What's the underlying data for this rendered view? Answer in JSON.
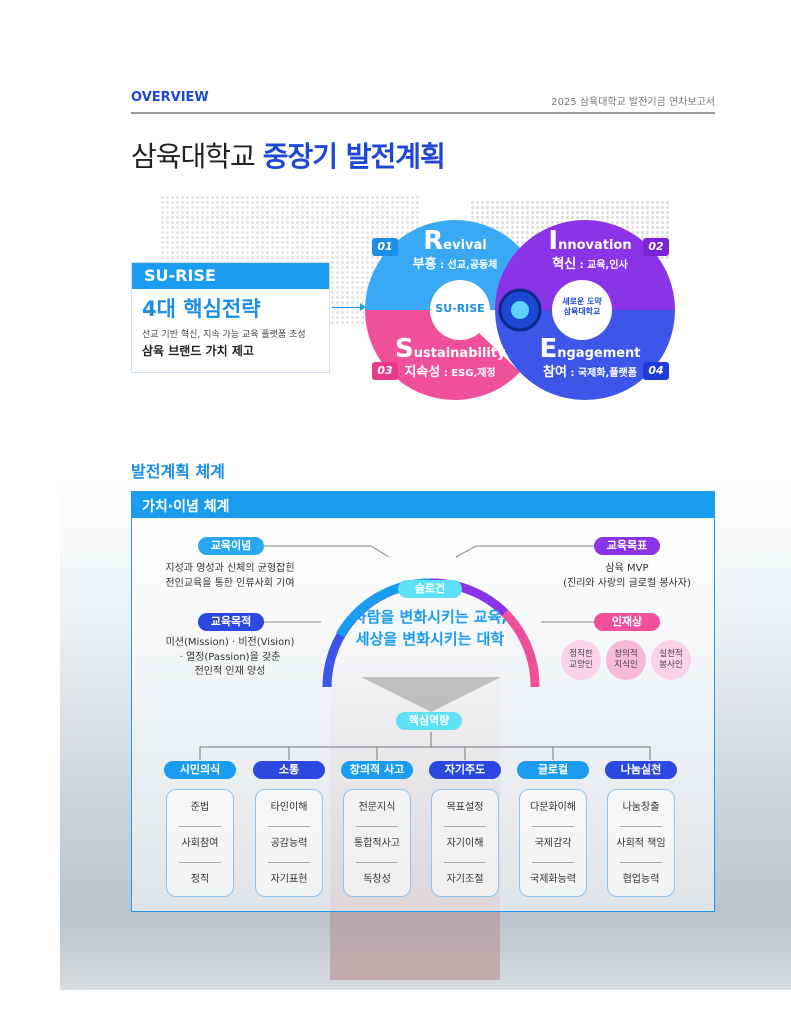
{
  "header": {
    "section": "OVERVIEW",
    "report": "2025 삼육대학교 발전기금 연차보고서"
  },
  "title": {
    "normal": "삼육대학교",
    "highlight": "중장기 발전계획"
  },
  "strategy_box": {
    "header": "SU-RISE",
    "title": "4대 핵심전략",
    "subtitle": "선교 기반 혁신, 지속 가능 교육 플랫폼 조성",
    "bold": "삼육 브랜드 가치 제고"
  },
  "diagram": {
    "center_left": "SU-RISE",
    "center_right_1": "새로운 도약",
    "center_right_2": "삼육대학교",
    "quadrants": [
      {
        "num": "01",
        "initial": "R",
        "word": "evival",
        "ko": "부흥",
        "desc": " : 선교,공동체",
        "color": "#3aa9f5"
      },
      {
        "num": "02",
        "initial": "I",
        "word": "nnovation",
        "ko": "혁신",
        "desc": " : 교육,인사",
        "color": "#8b33e6"
      },
      {
        "num": "03",
        "initial": "S",
        "word": "ustainability",
        "ko": "지속성",
        "desc": " : ESG,재정",
        "color": "#f0509a"
      },
      {
        "num": "04",
        "initial": "E",
        "word": "ngagement",
        "ko": "참여",
        "desc": " : 국제화,플랫폼",
        "color": "#3d55e8"
      }
    ]
  },
  "section_title": "발전계획 체계",
  "panel": {
    "header": "가치·이념 체계",
    "philosophy": {
      "label": "교육이념",
      "line1": "지성과 영성과 신체의 균형잡힌",
      "line2": "전인교육을 통한 인류사회 기여"
    },
    "purpose": {
      "label": "교육목적",
      "line1": "미션(Mission) · 비전(Vision)",
      "line2": "· 열정(Passion)을 갖춘",
      "line3": "전인적 인재 양성"
    },
    "goal": {
      "label": "교육목표",
      "line1": "삼육 MVP",
      "line2": "(진리와 사랑의 글로컬 봉사자)"
    },
    "talent": {
      "label": "인재상",
      "items": [
        [
          "정직한",
          "교양인"
        ],
        [
          "창의적",
          "지식인"
        ],
        [
          "실천적",
          "봉사인"
        ]
      ]
    },
    "slogan": {
      "label": "슬로건",
      "line1": "사람을 변화시키는 교육,",
      "line2": "세상을 변화시키는 대학"
    },
    "core_label": "핵심역량",
    "competencies": [
      {
        "name": "시민의식",
        "items": [
          "준법",
          "사회참여",
          "정직"
        ],
        "color": "#1a9cf0"
      },
      {
        "name": "소통",
        "items": [
          "타인이해",
          "공감능력",
          "자기표현"
        ],
        "color": "#2b48e0"
      },
      {
        "name": "창의적 사고",
        "items": [
          "전문지식",
          "통합적사고",
          "독창성"
        ],
        "color": "#1a9cf0"
      },
      {
        "name": "자기주도",
        "items": [
          "목표설정",
          "자기이해",
          "자기조절"
        ],
        "color": "#2b48e0"
      },
      {
        "name": "글로컬",
        "items": [
          "다문화이해",
          "국제감각",
          "국제화능력"
        ],
        "color": "#1a9cf0"
      },
      {
        "name": "나눔실천",
        "items": [
          "나눔창출",
          "사회적 책임",
          "협업능력"
        ],
        "color": "#2b48e0"
      }
    ]
  }
}
